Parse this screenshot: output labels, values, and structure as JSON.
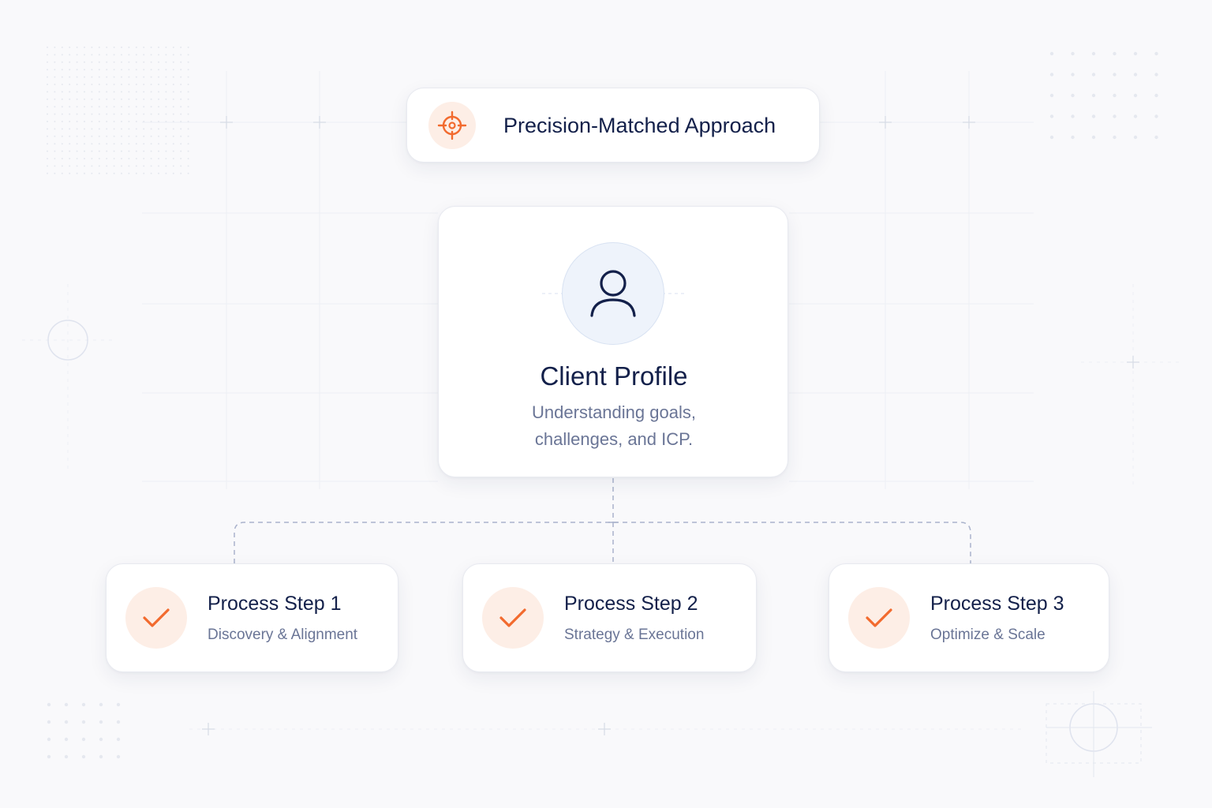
{
  "header": {
    "icon": "crosshair-target-icon",
    "title": "Precision-Matched Approach"
  },
  "profile": {
    "icon": "user-icon",
    "title": "Client Profile",
    "description_line1": "Understanding goals,",
    "description_line2": "challenges, and ICP."
  },
  "steps": [
    {
      "icon": "checkmark-icon",
      "title": "Process Step 1",
      "subtitle": "Discovery & Alignment"
    },
    {
      "icon": "checkmark-icon",
      "title": "Process Step 2",
      "subtitle": "Strategy & Execution"
    },
    {
      "icon": "checkmark-icon",
      "title": "Process Step 3",
      "subtitle": "Optimize & Scale"
    }
  ],
  "colors": {
    "accent": "#f26a2e",
    "accent_soft": "#fdeee6",
    "navy": "#13204a",
    "muted": "#6a7596",
    "connector": "#aab3cc",
    "background": "#f9f9fb"
  }
}
